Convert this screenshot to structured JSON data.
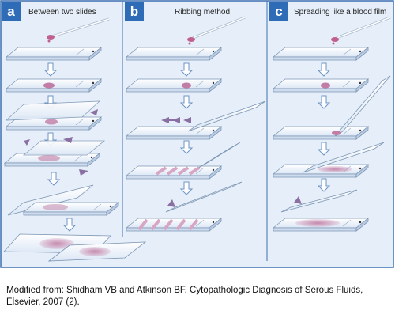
{
  "panels": [
    {
      "letter": "a",
      "title": "Between two slides"
    },
    {
      "letter": "b",
      "title": "Ribbing method"
    },
    {
      "letter": "c",
      "title": "Spreading like a blood film"
    }
  ],
  "caption": {
    "line1": "Modified from: Shidham VB and Atkinson BF. Cytopathologic Diagnosis of Serous Fluids,",
    "line2": "Elsevier, 2007 (2)."
  },
  "colors": {
    "frame": "#3d6fb0",
    "badge": "#2f6cb8",
    "background": "#e6eff9",
    "slide": "#f4f8fd",
    "slide_edge": "#7c95b4",
    "arrow_down": "#a3c4ea",
    "arrow_side": "#8a6fa3",
    "specimen": "#c17da5",
    "pipette_bulb": "#c06090"
  }
}
